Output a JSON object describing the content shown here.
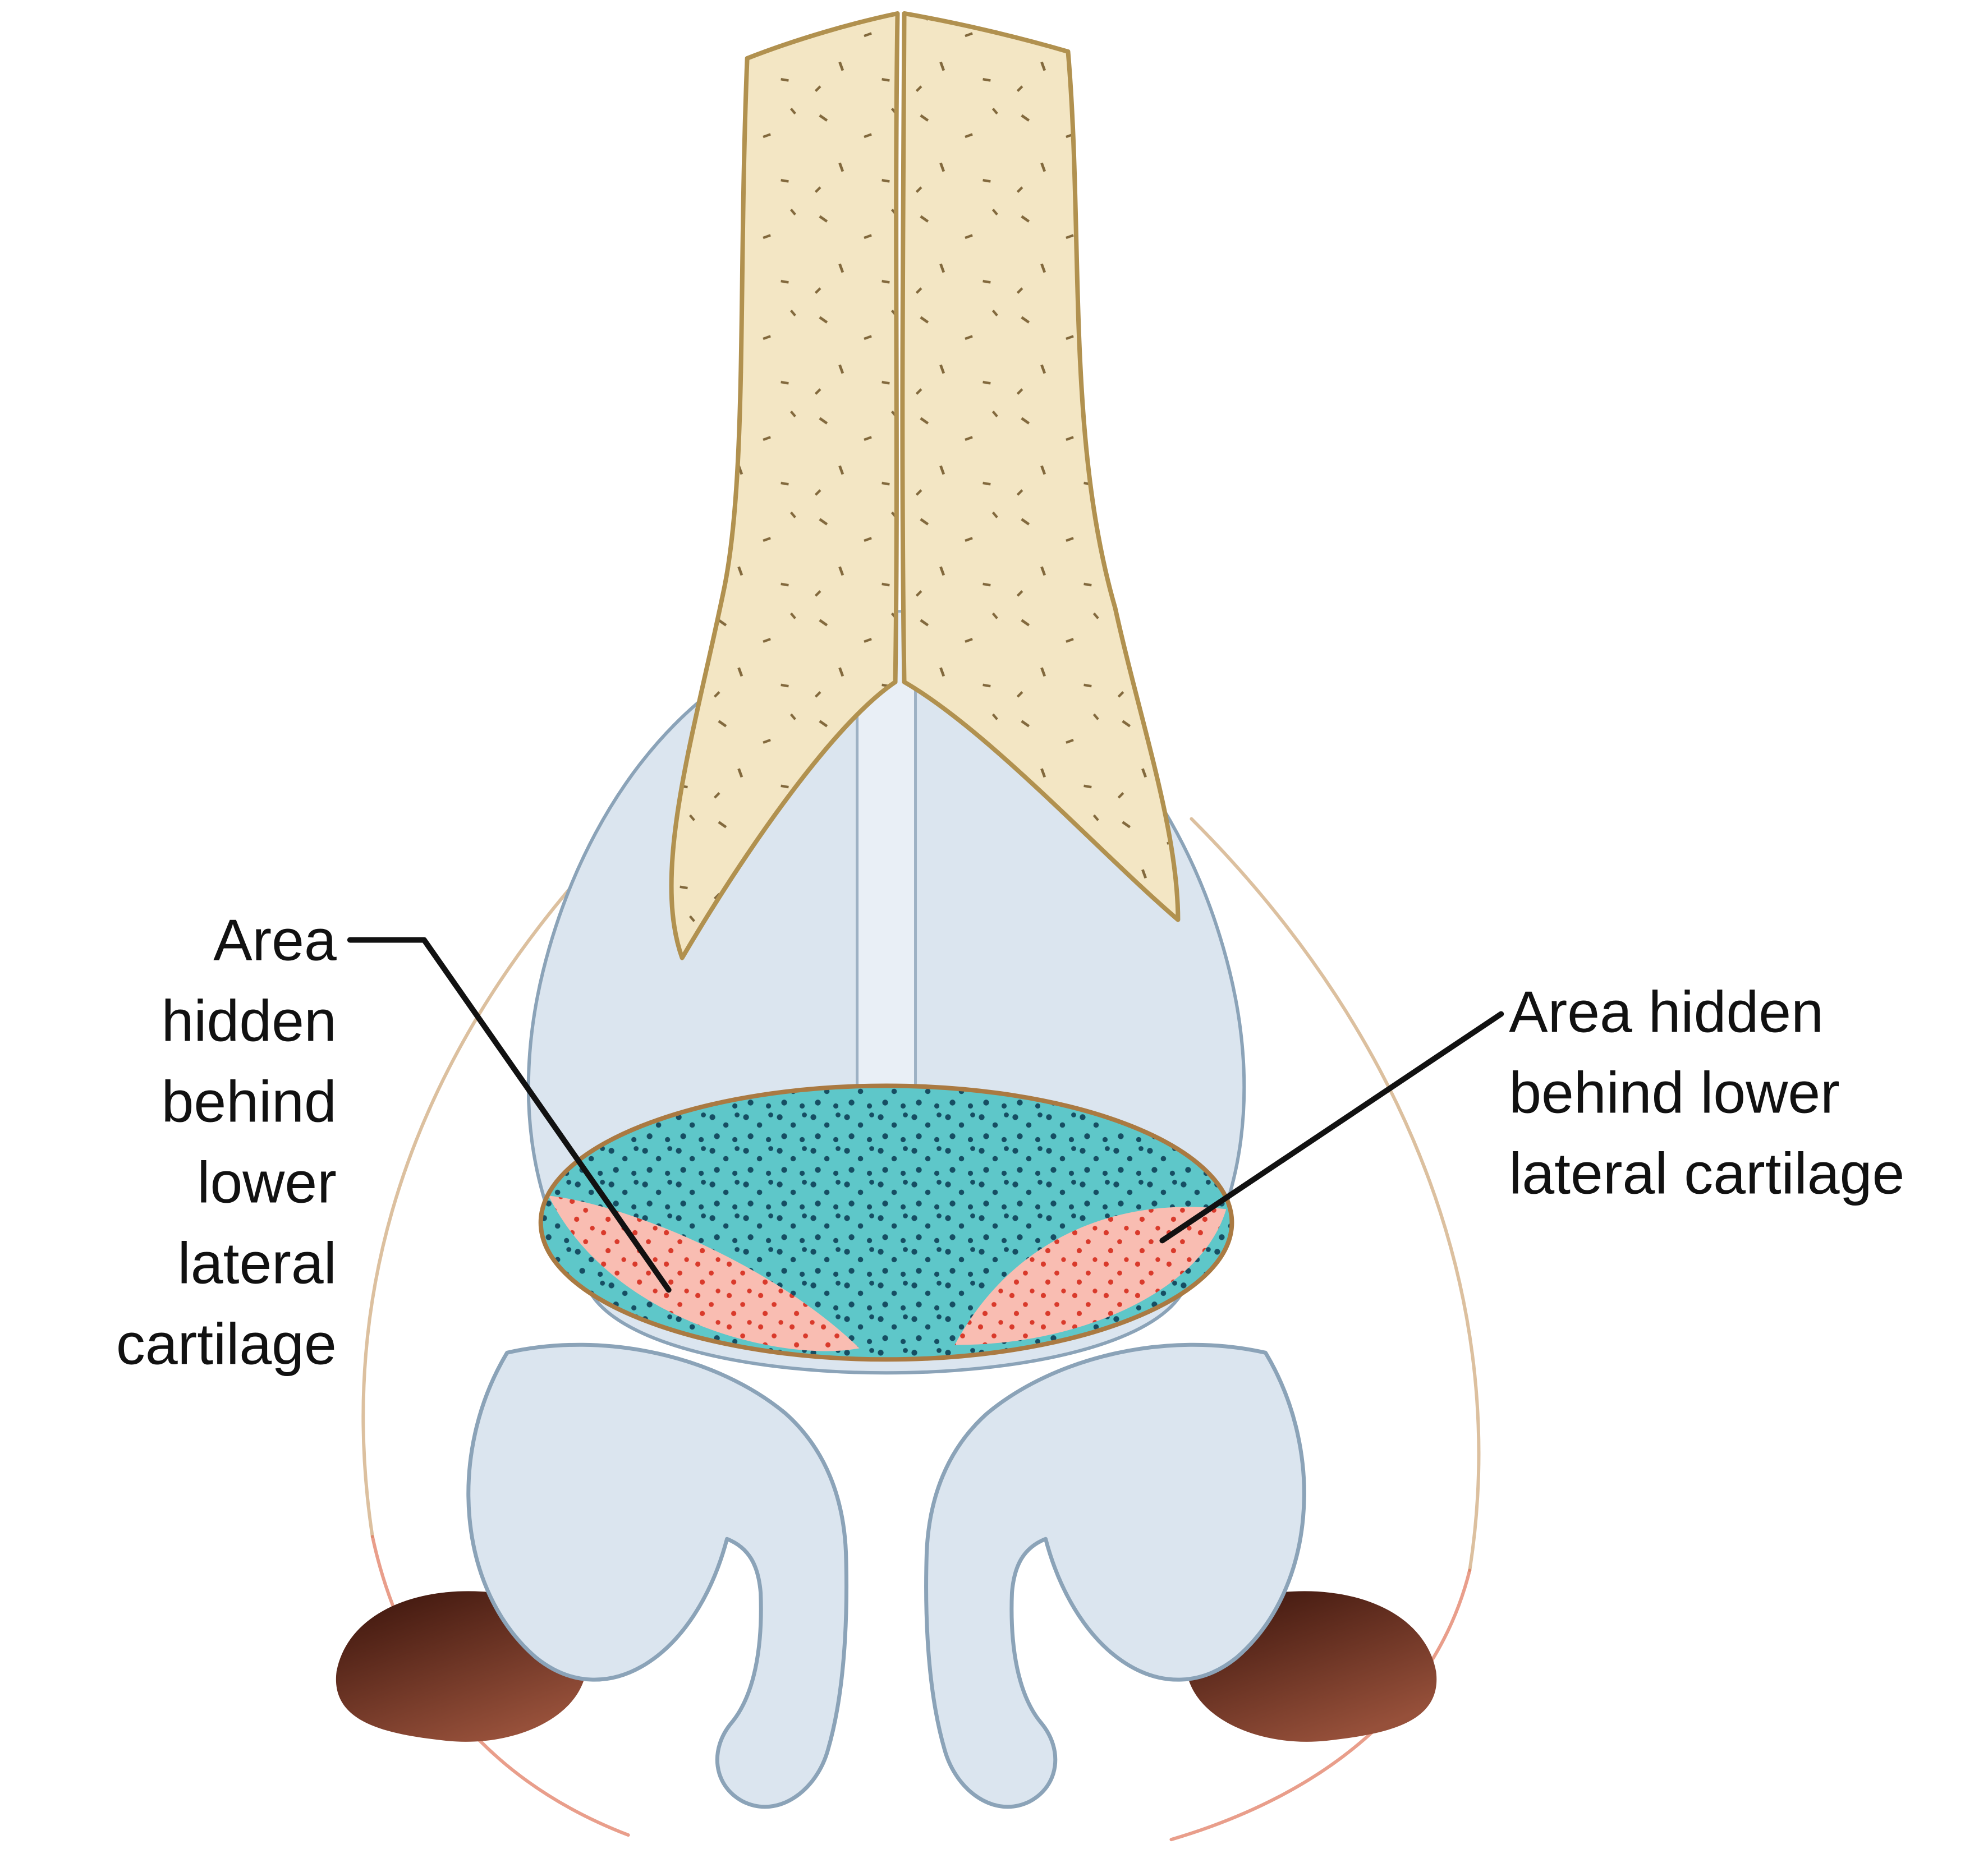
{
  "labels": {
    "left": {
      "text": "Area hidden behind lower lateral cartilage",
      "lines": [
        "Area",
        "hidden",
        "behind",
        "lower",
        "lateral",
        "cartilage"
      ]
    },
    "right": {
      "text": "Area hidden behind lower lateral cartilage",
      "lines": [
        "Area hidden",
        "behind lower",
        "lateral cartilage"
      ]
    }
  },
  "colors": {
    "background": "#ffffff",
    "bone": "#f3e6c4",
    "bone_stroke": "#b1914f",
    "bone_speck": "#6f5426",
    "cartilage": "#dbe5ef",
    "cartilage_stroke": "#8ba3b8",
    "septum": "#e9eff6",
    "septum_stroke": "#9db1c4",
    "teal": "#5ec7c9",
    "teal_dot": "#164e63",
    "pink": "#f9bdb2",
    "pink_dot": "#d93a2b",
    "ellipse_stroke": "#aa7a42",
    "nostril_dark": "#38120a",
    "nostril_light": "#96503a",
    "contour_tan": "#c99e6c",
    "contour_red": "#e0755a",
    "label": "#111111",
    "leader": "#111111"
  }
}
